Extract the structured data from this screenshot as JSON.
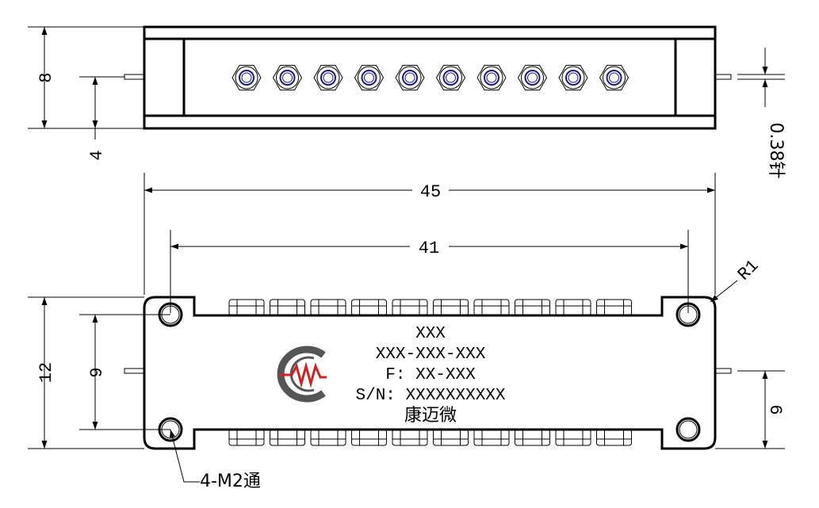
{
  "dimensions": {
    "top_height": "8",
    "top_pin_offset": "4",
    "pin_diameter": "0.38针",
    "overall_length": "45",
    "hole_spacing": "41",
    "corner_radius": "R1",
    "body_height": "12",
    "hole_vertical_spacing": "9",
    "right_pin_offset": "6",
    "hole_callout": "4-M2通"
  },
  "label": {
    "line1": "XXX",
    "line2": "XXX-XXX-XXX",
    "line3": "F: XX-XXX",
    "line4": "S/N: XXXXXXXXXX",
    "line5": "康迈微"
  },
  "connectors": {
    "count": 10
  },
  "colors": {
    "line": "#000000",
    "connector_inner": "#1a1a80",
    "logo_gray": "#555555",
    "logo_red": "#d42020"
  },
  "logo": {
    "icon": "company-logo-icon"
  }
}
